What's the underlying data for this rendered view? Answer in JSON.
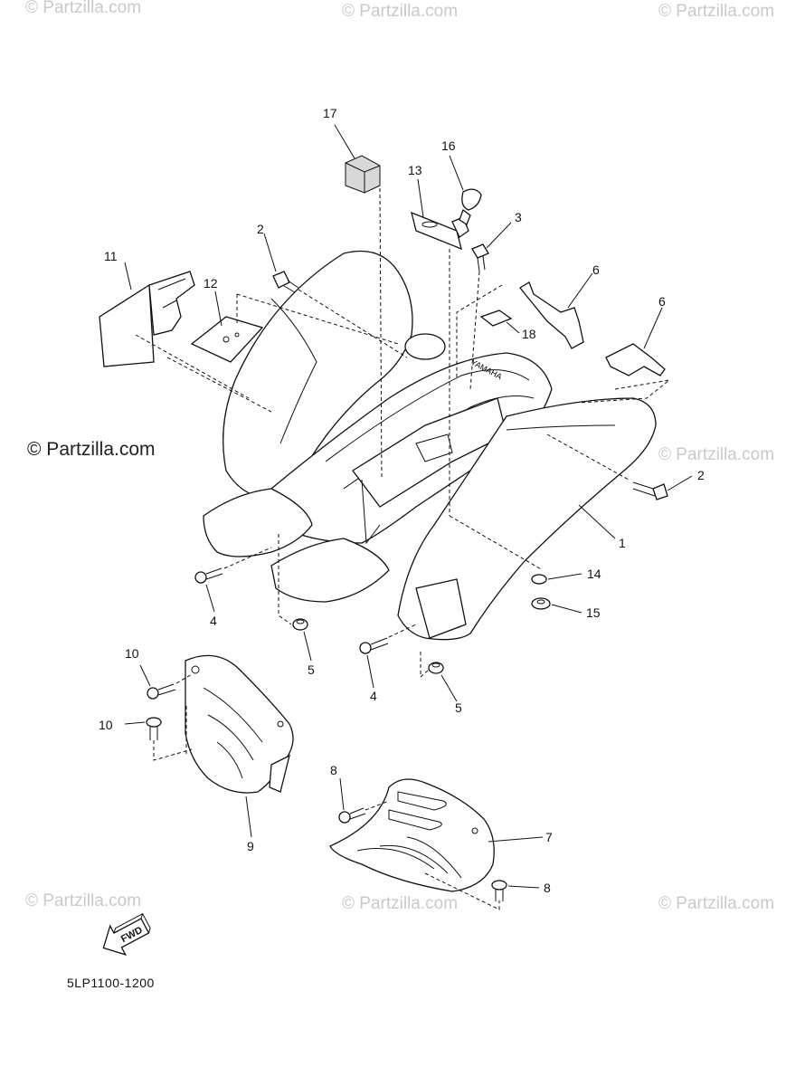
{
  "watermark": {
    "text": "© Partzilla.com"
  },
  "diagram_code": "5LP1100-1200",
  "fwd_label": "FWD",
  "brand_mark": "YAMAHA",
  "callouts": {
    "c1": "1",
    "c2a": "2",
    "c2b": "2",
    "c3": "3",
    "c4a": "4",
    "c4b": "4",
    "c5a": "5",
    "c5b": "5",
    "c6a": "6",
    "c6b": "6",
    "c7": "7",
    "c8a": "8",
    "c8b": "8",
    "c9": "9",
    "c10a": "10",
    "c10b": "10",
    "c11": "11",
    "c12": "12",
    "c13": "13",
    "c14": "14",
    "c15": "15",
    "c16": "16",
    "c17": "17",
    "c18": "18"
  }
}
